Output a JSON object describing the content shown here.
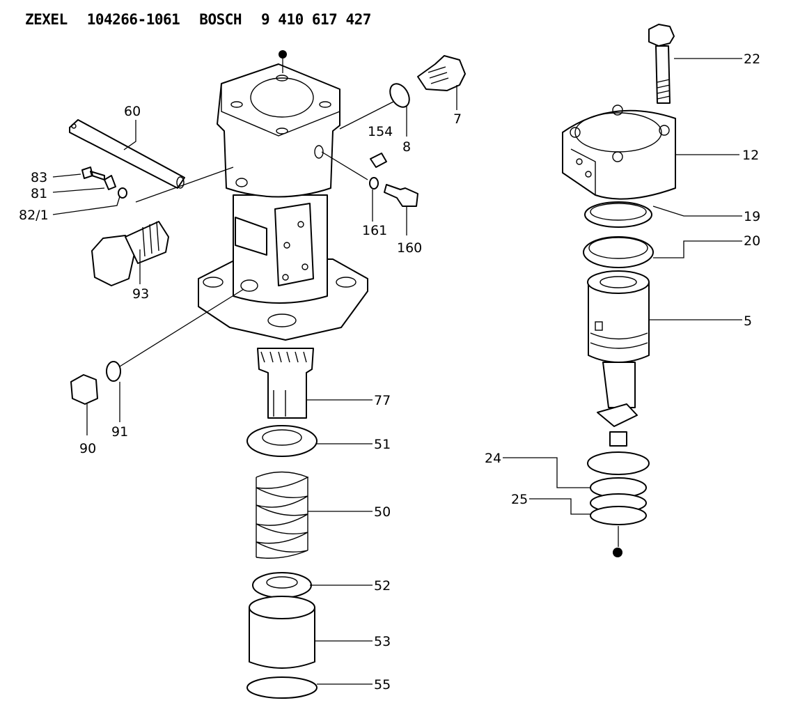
{
  "header": {
    "maker": "ZEXEL",
    "zexel_part": "104266-1061",
    "brand": "BOSCH",
    "bosch_part": "9 410 617 427"
  },
  "callouts": {
    "c22": "22",
    "c12": "12",
    "c19": "19",
    "c20": "20",
    "c5": "5",
    "c24": "24",
    "c25": "25",
    "c7": "7",
    "c8": "8",
    "c154": "154",
    "c161": "161",
    "c160": "160",
    "c60": "60",
    "c83": "83",
    "c81": "81",
    "c82": "82/1",
    "c93": "93",
    "c90": "90",
    "c91": "91",
    "c77": "77",
    "c51": "51",
    "c50": "50",
    "c52": "52",
    "c53": "53",
    "c55": "55"
  },
  "colors": {
    "ink": "#000000",
    "paper": "#ffffff"
  }
}
